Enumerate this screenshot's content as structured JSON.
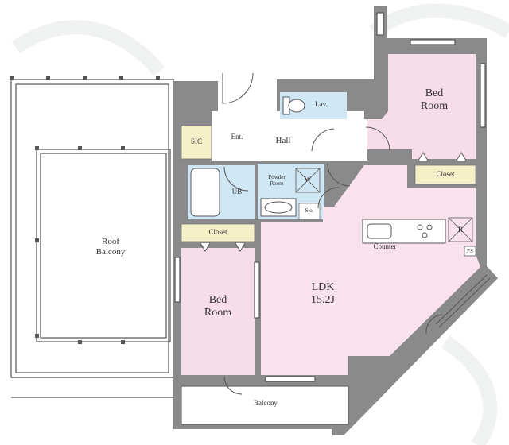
{
  "colors": {
    "wall": "#8a8a8a",
    "bedroom": "#f7dcea",
    "ldk": "#f9e2ee",
    "wet": "#cfe6f5",
    "storage": "#f6f0c9",
    "hall": "#ffffff",
    "line": "#555555"
  },
  "rooms": {
    "roof_balcony": {
      "line1": "Roof",
      "line2": "Balcony"
    },
    "bed_top": {
      "line1": "Bed",
      "line2": "Room"
    },
    "bed_left": {
      "line1": "Bed",
      "line2": "Room"
    },
    "ldk": {
      "line1": "LDK",
      "line2": "15.2J"
    },
    "sic": "SIC",
    "ent": "Ent.",
    "hall": "Hall",
    "lav": "Lav.",
    "ub": "UB",
    "powder": {
      "line1": "Powder",
      "line2": "Room"
    },
    "w": "W",
    "sto": "Sto.",
    "closet_left": "Closet",
    "closet_right": "Closet",
    "counter": "Counter",
    "r": "R",
    "ps": "PS",
    "balcony": "Balcony"
  }
}
